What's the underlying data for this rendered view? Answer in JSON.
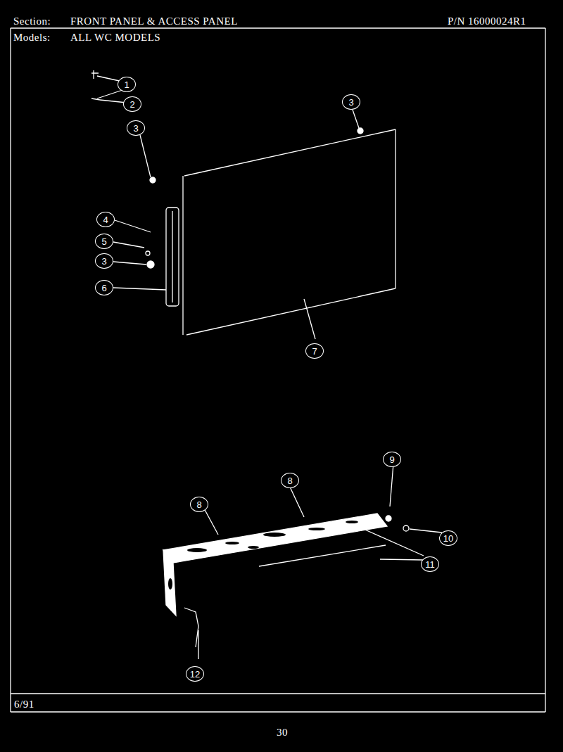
{
  "diagram": {
    "labels": [
      "Section:",
      "FRONT PANEL & ACCESS PANEL",
      "P/N 16000024R1",
      "Models:",
      "ALL WC MODELS",
      "1",
      "2",
      "3",
      "3",
      "4",
      "5",
      "3",
      "6",
      "7",
      "8",
      "8",
      "9",
      "10",
      "11",
      "12",
      "6/91",
      "30"
    ]
  }
}
